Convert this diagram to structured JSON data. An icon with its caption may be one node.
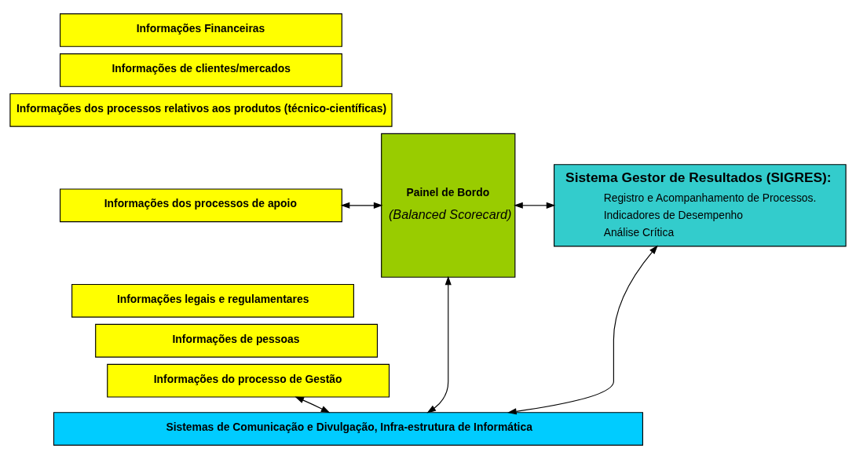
{
  "diagram": {
    "nodes": [
      {
        "text": [
          "Informações Financeiras"
        ]
      },
      {
        "text": [
          "Informações de clientes/mercados"
        ]
      },
      {
        "text": [
          "Informações dos processos relativos aos produtos (técnico-científicas)"
        ]
      },
      {
        "text": [
          "Informações dos processos de apoio"
        ]
      },
      {
        "text": [
          "Informações legais e regulamentares"
        ]
      },
      {
        "text": [
          "Informações de pessoas"
        ]
      },
      {
        "text": [
          "Informações do processo de Gestão"
        ]
      },
      {
        "text": [
          "Painel de Bordo",
          "(Balanced Scorecard)"
        ]
      },
      {
        "text": [
          "Sistema Gestor de Resultados (SIGRES):",
          "Registro e Acompanhamento de Processos.",
          "Indicadores de Desempenho",
          "Análise Crítica"
        ]
      },
      {
        "text": [
          "Sistemas de Comunicação e Divulgação, Infra-estrutura de Informática"
        ]
      }
    ],
    "edges": [
      {
        "from": 3,
        "to": 7,
        "arrow": "both"
      },
      {
        "from": 7,
        "to": 8,
        "arrow": "both"
      },
      {
        "from": 6,
        "to": 9,
        "arrow": "both"
      },
      {
        "from": 7,
        "to": 9,
        "arrow": "both"
      },
      {
        "from": 8,
        "to": 9,
        "arrow": "both"
      }
    ]
  }
}
